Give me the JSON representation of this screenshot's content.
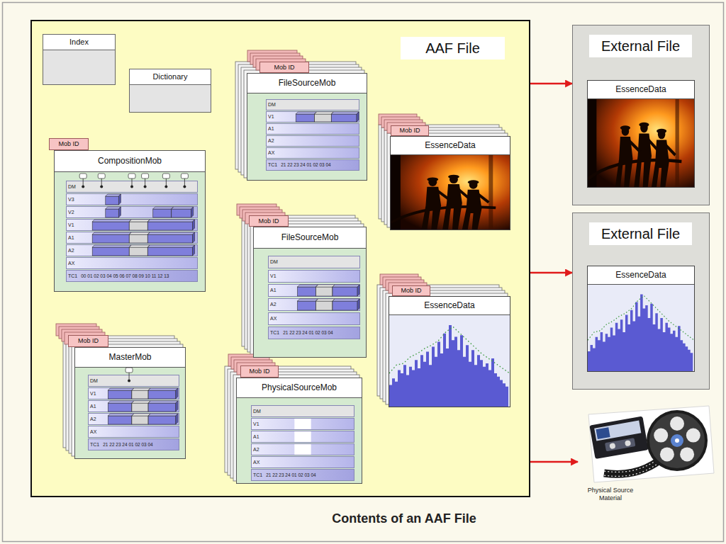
{
  "diagram": {
    "caption": "Contents of an AAF File",
    "nodes": [
      {
        "text": [
          "AAF File"
        ]
      },
      {
        "text": [
          "Index"
        ],
        "in": 0
      },
      {
        "text": [
          "Dictionary"
        ],
        "in": 0
      },
      {
        "text": [
          "Mob ID",
          "FileSourceMob"
        ],
        "in": 0
      },
      {
        "text": [
          "DM"
        ],
        "in": 3
      },
      {
        "text": [
          "V1"
        ],
        "in": 3
      },
      {
        "text": [
          "A1"
        ],
        "in": 3
      },
      {
        "text": [
          "A2"
        ],
        "in": 3
      },
      {
        "text": [
          "AX"
        ],
        "in": 3
      },
      {
        "text": [
          "TC1",
          "21 22 23 24 01 02 03 04"
        ],
        "in": 3
      },
      {
        "text": [
          "Mob ID",
          "EssenceData"
        ],
        "in": 0
      },
      {
        "text": [
          "Mob ID",
          "CompositionMob"
        ],
        "in": 0
      },
      {
        "text": [
          "DM"
        ],
        "in": 11
      },
      {
        "text": [
          "V3"
        ],
        "in": 11
      },
      {
        "text": [
          "V2"
        ],
        "in": 11
      },
      {
        "text": [
          "V1"
        ],
        "in": 11
      },
      {
        "text": [
          "A1"
        ],
        "in": 11
      },
      {
        "text": [
          "A2"
        ],
        "in": 11
      },
      {
        "text": [
          "AX"
        ],
        "in": 11
      },
      {
        "text": [
          "TC1",
          "00 01 02 03 04 05 06 07 08 09 10 11 12 13"
        ],
        "in": 11
      },
      {
        "text": [
          "Mob ID",
          "FileSourceMob"
        ],
        "in": 0
      },
      {
        "text": [
          "DM"
        ],
        "in": 20
      },
      {
        "text": [
          "V1"
        ],
        "in": 20
      },
      {
        "text": [
          "A1"
        ],
        "in": 20
      },
      {
        "text": [
          "A2"
        ],
        "in": 20
      },
      {
        "text": [
          "AX"
        ],
        "in": 20
      },
      {
        "text": [
          "TC1",
          "21 22 23 24 01 02 03 04"
        ],
        "in": 20
      },
      {
        "text": [
          "Mob ID",
          "EssenceData"
        ],
        "in": 0
      },
      {
        "text": [
          "Mob ID",
          "MasterMob"
        ],
        "in": 0
      },
      {
        "text": [
          "DM"
        ],
        "in": 28
      },
      {
        "text": [
          "V1"
        ],
        "in": 28
      },
      {
        "text": [
          "A1"
        ],
        "in": 28
      },
      {
        "text": [
          "A2"
        ],
        "in": 28
      },
      {
        "text": [
          "AX"
        ],
        "in": 28
      },
      {
        "text": [
          "TC1",
          "21 22 23 24 01 02 03 04"
        ],
        "in": 28
      },
      {
        "text": [
          "Mob ID",
          "PhysicalSourceMob"
        ],
        "in": 0
      },
      {
        "text": [
          "DM"
        ],
        "in": 35
      },
      {
        "text": [
          "V1"
        ],
        "in": 35
      },
      {
        "text": [
          "A1"
        ],
        "in": 35
      },
      {
        "text": [
          "A2"
        ],
        "in": 35
      },
      {
        "text": [
          "AX"
        ],
        "in": 35
      },
      {
        "text": [
          "TC1",
          "21 22 23 24 01 02 03 04"
        ],
        "in": 35
      },
      {
        "text": [
          "External File"
        ]
      },
      {
        "text": [
          "EssenceData"
        ],
        "in": 42
      },
      {
        "text": [
          "External File"
        ]
      },
      {
        "text": [
          "EssenceData"
        ],
        "in": 44
      },
      {
        "text": [
          "Physical Source Material"
        ]
      }
    ],
    "edges": [
      {
        "from": 0,
        "to": 42,
        "arrow": "to"
      },
      {
        "from": 0,
        "to": 44,
        "arrow": "to"
      },
      {
        "from": 0,
        "to": 46,
        "arrow": "to"
      }
    ]
  }
}
